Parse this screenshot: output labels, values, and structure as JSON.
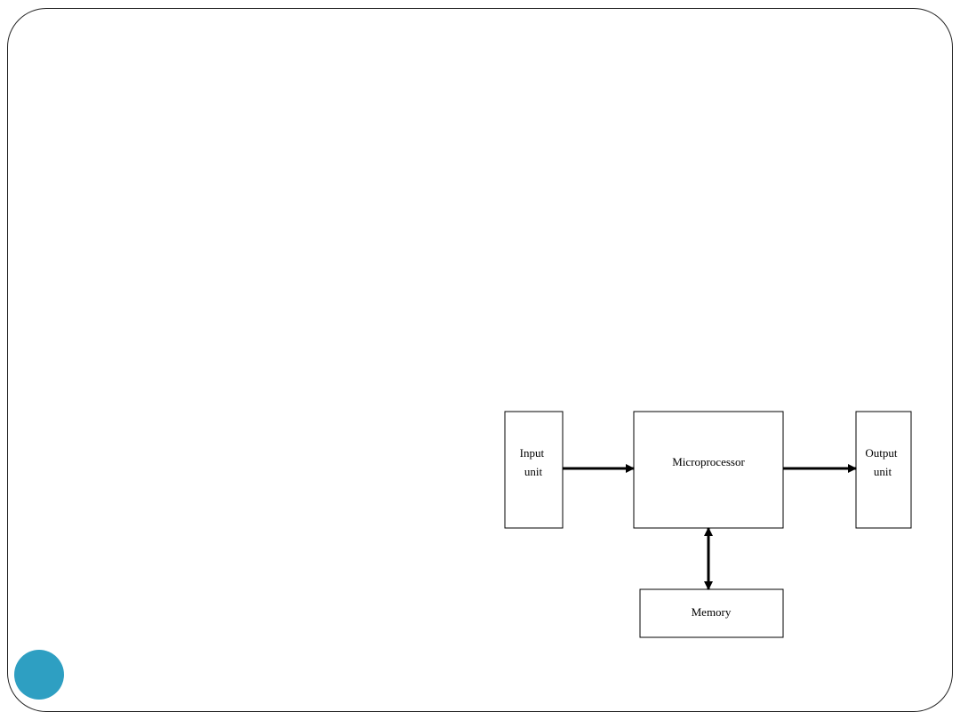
{
  "diagram": {
    "nodes": {
      "input": {
        "lines": [
          "Input",
          "unit"
        ]
      },
      "cpu": {
        "lines": [
          "Microprocessor"
        ]
      },
      "output": {
        "lines": [
          "Output",
          "unit"
        ]
      },
      "memory": {
        "lines": [
          "Memory"
        ]
      }
    },
    "edges": [
      {
        "from": "input",
        "to": "cpu",
        "direction": "one-way"
      },
      {
        "from": "cpu",
        "to": "output",
        "direction": "one-way"
      },
      {
        "from": "cpu",
        "to": "memory",
        "direction": "two-way"
      }
    ]
  },
  "colors": {
    "frame": "#222222",
    "stroke": "#000000",
    "accent_dot": "#2e9fc2"
  }
}
